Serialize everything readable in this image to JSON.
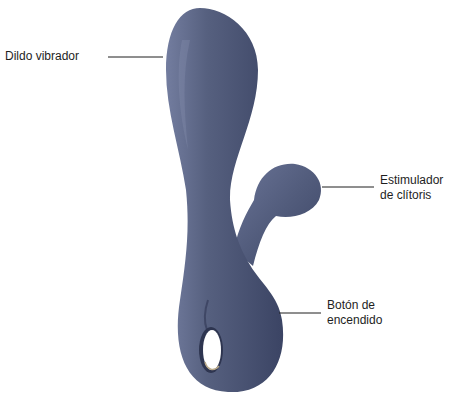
{
  "diagram": {
    "labels": [
      "Dildo vibrador",
      "Estimulador de clítoris",
      "Botón de encendido"
    ]
  }
}
